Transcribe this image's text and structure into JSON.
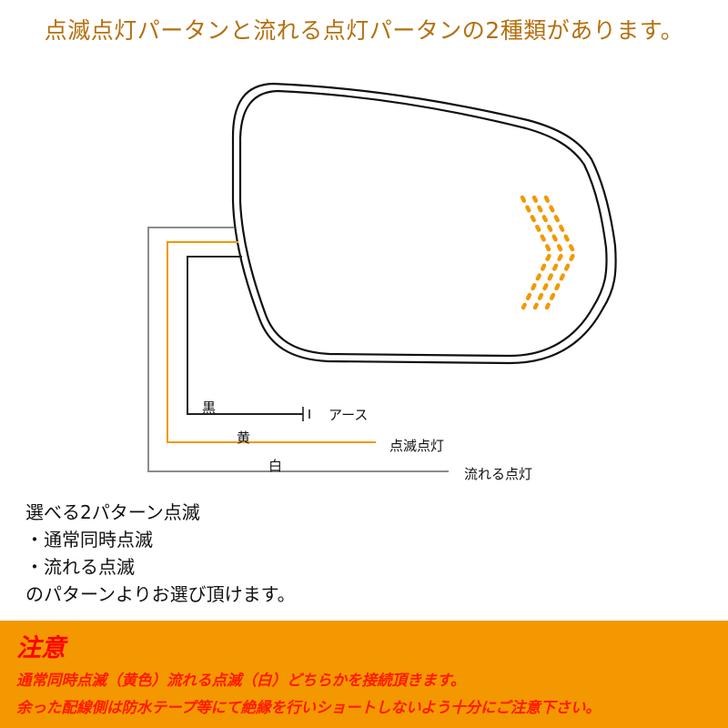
{
  "headline": "点滅点灯パータンと流れる点灯パータンの2種類があります。",
  "diagram": {
    "wires": [
      {
        "color_name": "黒",
        "function": "アース",
        "stroke": "#222222"
      },
      {
        "color_name": "黄",
        "function": "点滅点灯",
        "stroke": "#f39800"
      },
      {
        "color_name": "白",
        "function": "流れる点灯",
        "stroke": "#8c8c8c"
      }
    ],
    "led_color": "#f39800",
    "outline_color": "#111111",
    "ground_symbol": "ground-terminal"
  },
  "description": {
    "title": "選べる2パターン点滅",
    "options": [
      "・通常同時点滅",
      "・流れる点滅"
    ],
    "footer": "のパターンよりお選び頂けます。"
  },
  "notice": {
    "title": "注意",
    "lines": [
      "通常同時点滅（黄色）流れる点滅（白）どちらかを接続頂きます。",
      "余った配線側は防水テープ等にて絶縁を行いショートしないよう十分にご注意下さい。"
    ],
    "background": "#f39800",
    "text_color": "#ff0000"
  },
  "colors": {
    "headline": "#b4700f"
  }
}
